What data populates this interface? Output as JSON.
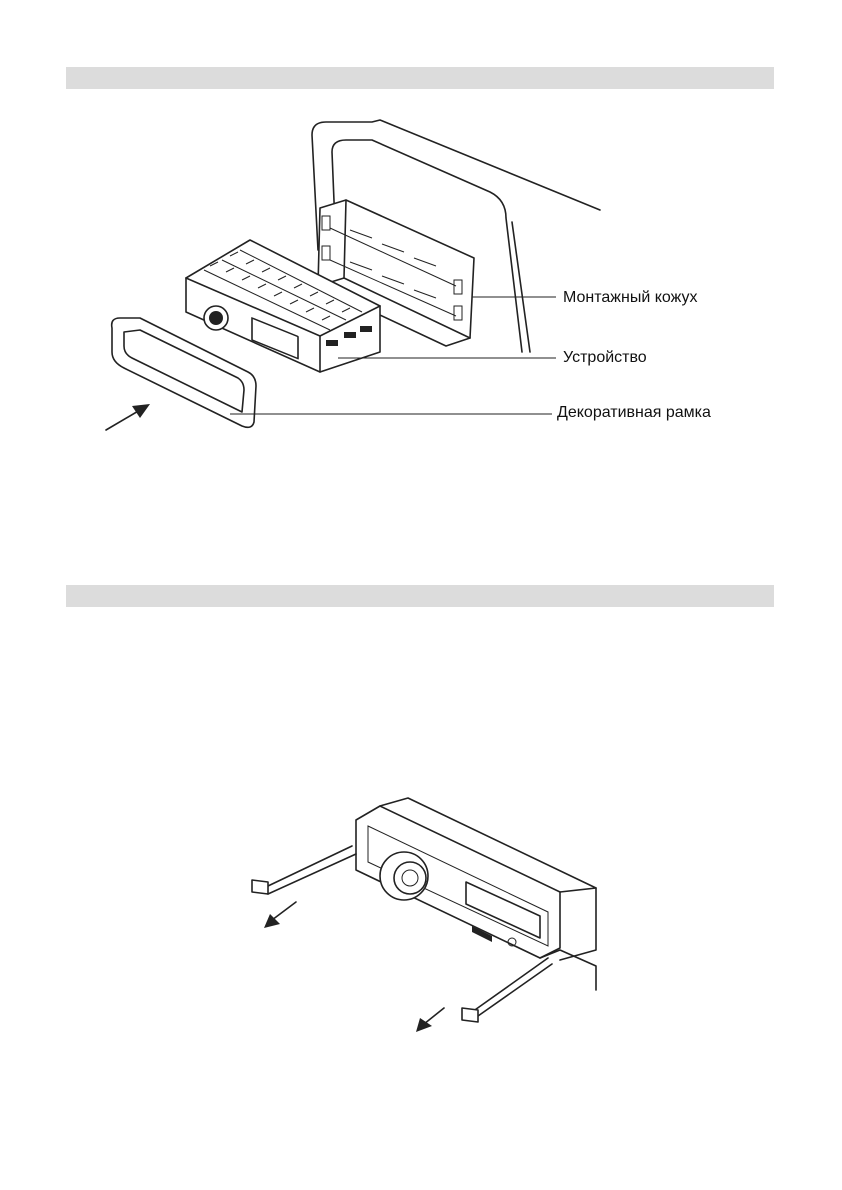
{
  "diagram1": {
    "labels": {
      "housing": "Монтажный кожух",
      "unit": "Устройство",
      "frame": "Декоративная рамка"
    }
  }
}
